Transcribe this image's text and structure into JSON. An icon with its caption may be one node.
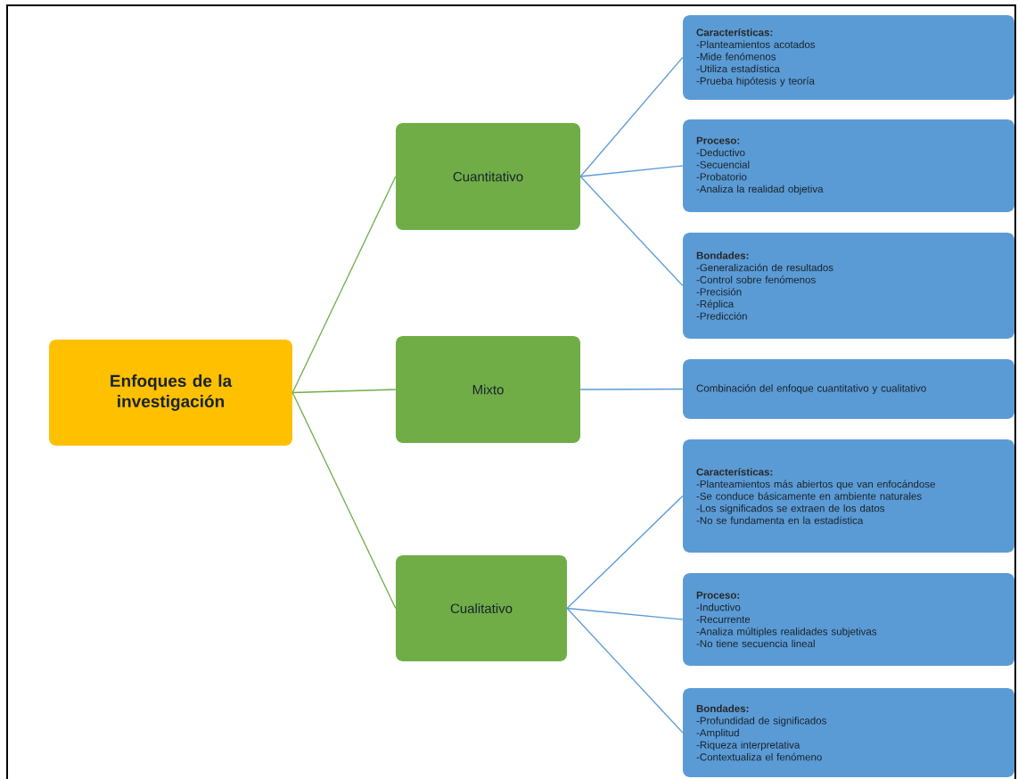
{
  "diagram": {
    "nodes": [
      {
        "text": [
          "Enfoques de la investigación"
        ]
      },
      {
        "text": [
          "Cuantitativo"
        ]
      },
      {
        "text": [
          "Características:",
          "-Planteamientos acotados",
          "-Mide fenómenos",
          "-Utiliza estadística",
          "-Prueba hipótesis y teoría"
        ]
      },
      {
        "text": [
          "Proceso:",
          "-Deductivo",
          "-Secuencial",
          "-Probatorio",
          "-Analiza la realidad objetiva"
        ]
      },
      {
        "text": [
          "Bondades:",
          "-Generalización de resultados",
          "-Control sobre fenómenos",
          "-Precisión",
          "-Réplica",
          "-Predicción"
        ]
      },
      {
        "text": [
          "Mixto"
        ]
      },
      {
        "text": [
          "Combinación del enfoque cuantitativo y cualitativo"
        ]
      },
      {
        "text": [
          "Cualitativo"
        ]
      },
      {
        "text": [
          "Características:",
          "-Planteamientos más abiertos que van enfocándose",
          "-Se conduce básicamente en ambiente naturales",
          "-Los significados se extraen de los datos",
          "-No se fundamenta en la estadística"
        ]
      },
      {
        "text": [
          "Proceso:",
          "-Inductivo",
          "-Recurrente",
          "-Analiza múltiples realidades subjetivas",
          "-No tiene secuencia lineal"
        ]
      },
      {
        "text": [
          "Bondades:",
          "-Profundidad de significados",
          "-Amplitud",
          "-Riqueza interpretativa",
          "-Contextualiza el fenómeno"
        ]
      }
    ],
    "edges": [
      {
        "from": 0,
        "to": 1,
        "arrow": "none",
        "color": "#70ad47"
      },
      {
        "from": 0,
        "to": 5,
        "arrow": "none",
        "color": "#70ad47"
      },
      {
        "from": 0,
        "to": 7,
        "arrow": "none",
        "color": "#70ad47"
      },
      {
        "from": 1,
        "to": 2,
        "arrow": "none"
      },
      {
        "from": 1,
        "to": 3,
        "arrow": "none"
      },
      {
        "from": 1,
        "to": 4,
        "arrow": "none"
      },
      {
        "from": 5,
        "to": 6,
        "arrow": "none"
      },
      {
        "from": 7,
        "to": 8,
        "arrow": "none"
      },
      {
        "from": 7,
        "to": 9,
        "arrow": "none"
      },
      {
        "from": 7,
        "to": 10,
        "arrow": "none"
      }
    ]
  }
}
